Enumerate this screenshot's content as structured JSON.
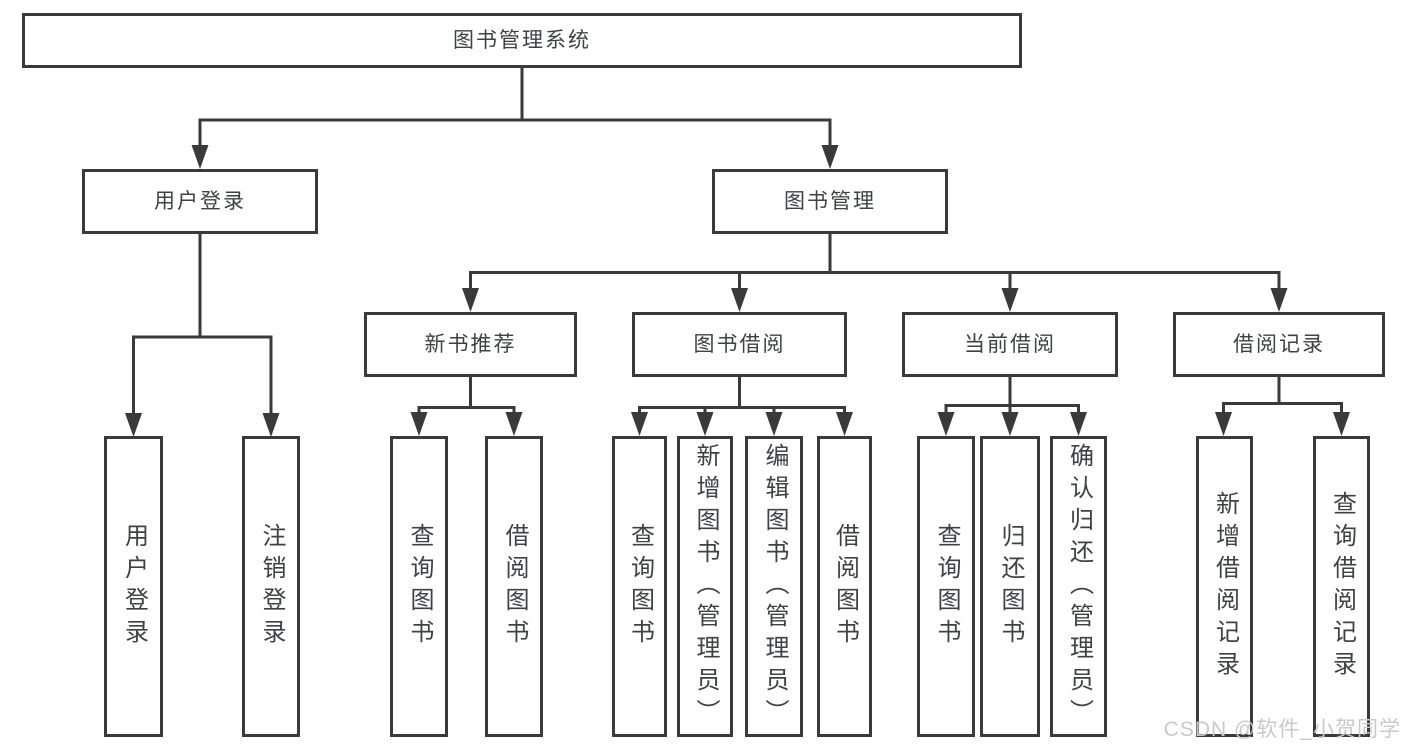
{
  "tree": {
    "root": {
      "label": "图书管理系统",
      "children": [
        {
          "label": "用户登录",
          "children": [
            {
              "label": "用户登录"
            },
            {
              "label": "注销登录"
            }
          ]
        },
        {
          "label": "图书管理",
          "children": [
            {
              "label": "新书推荐",
              "children": [
                {
                  "label": "查询图书"
                },
                {
                  "label": "借阅图书"
                }
              ]
            },
            {
              "label": "图书借阅",
              "children": [
                {
                  "label": "查询图书"
                },
                {
                  "label": "新增图书（管理员）"
                },
                {
                  "label": "编辑图书（管理员）"
                },
                {
                  "label": "借阅图书"
                }
              ]
            },
            {
              "label": "当前借阅",
              "children": [
                {
                  "label": "查询图书"
                },
                {
                  "label": "归还图书"
                },
                {
                  "label": "确认归还（管理员）"
                }
              ]
            },
            {
              "label": "借阅记录",
              "children": [
                {
                  "label": "新增借阅记录"
                },
                {
                  "label": "查询借阅记录"
                }
              ]
            }
          ]
        }
      ]
    }
  },
  "watermark": "CSDN @软件_小贺同学",
  "colors": {
    "line": "#3a3a3a",
    "text": "#3f4145",
    "background": "#ffffff",
    "watermark": "#c9c9c9"
  }
}
